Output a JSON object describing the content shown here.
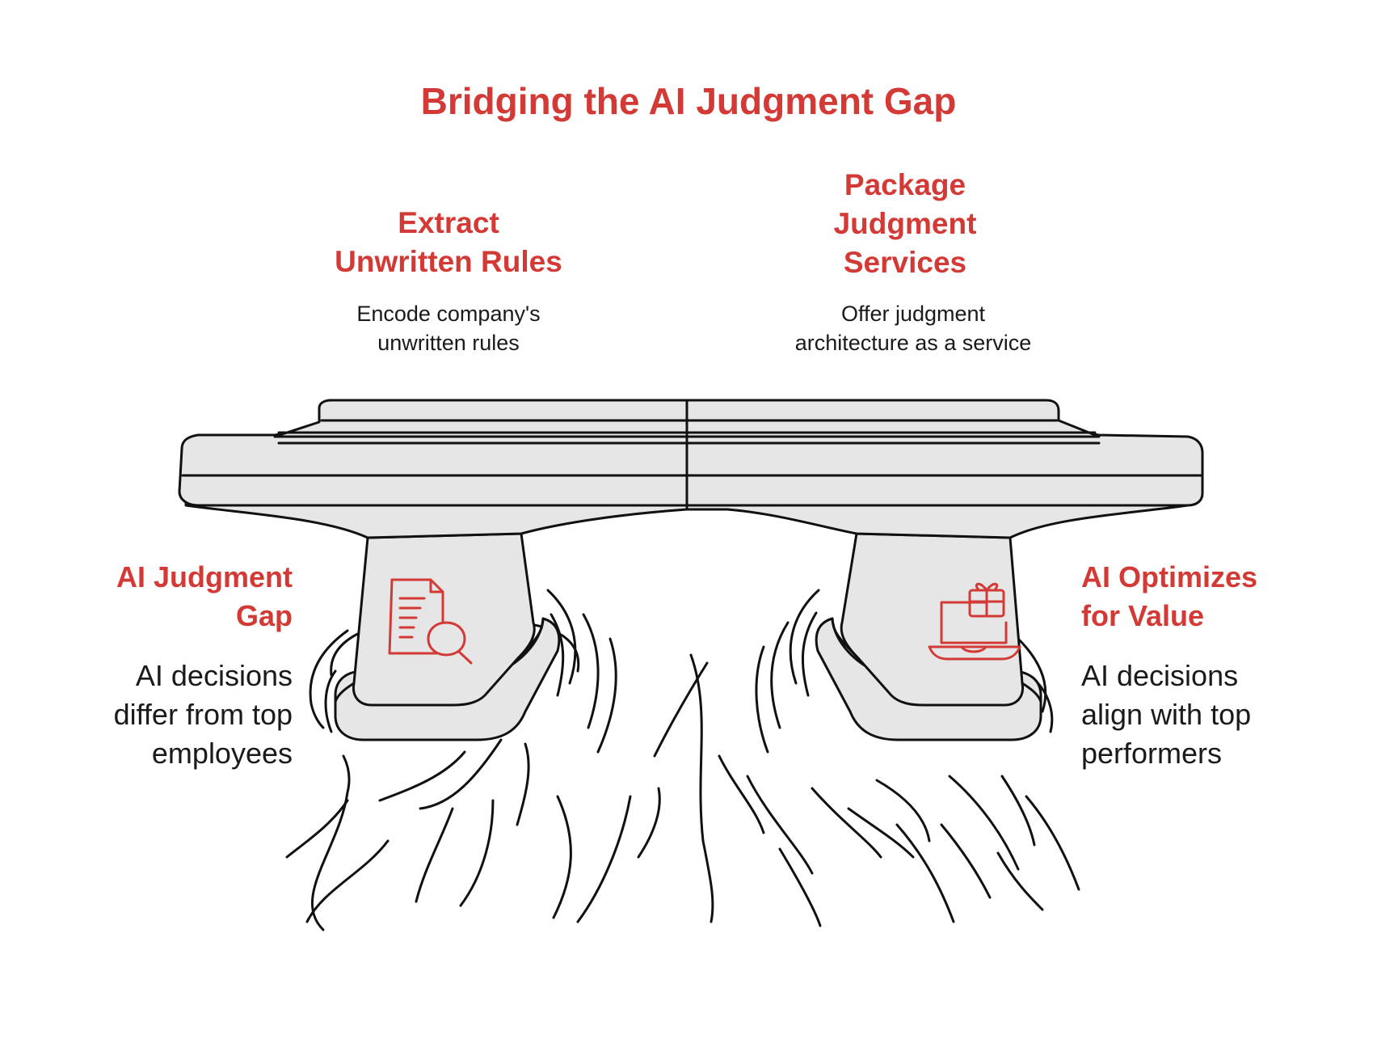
{
  "title": "Bridging the AI Judgment Gap",
  "steps": {
    "extract": {
      "title": [
        "Extract",
        "Unwritten Rules"
      ],
      "description": [
        "Encode company's",
        "unwritten rules"
      ]
    },
    "package": {
      "title": [
        "Package",
        "Judgment",
        "Services"
      ],
      "description": [
        "Offer judgment",
        "architecture as a service"
      ]
    }
  },
  "sides": {
    "gap": {
      "title": [
        "AI Judgment",
        "Gap"
      ],
      "description": [
        "AI decisions",
        "differ from top",
        "employees"
      ],
      "icon": "document-search-icon"
    },
    "value": {
      "title": [
        "AI Optimizes",
        "for Value"
      ],
      "description": [
        "AI decisions",
        "align with top",
        "performers"
      ],
      "icon": "laptop-gift-icon"
    }
  },
  "colors": {
    "accent": "#d33a36",
    "text": "#1a1a1a",
    "bridge_fill": "#e6e6e6",
    "stroke": "#111111"
  }
}
